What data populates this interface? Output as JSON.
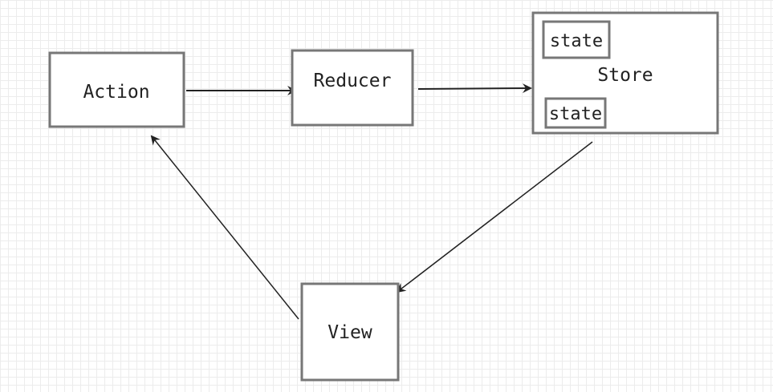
{
  "diagram": {
    "nodes": {
      "action": {
        "label": "Action"
      },
      "reducer": {
        "label": "Reducer"
      },
      "store": {
        "label": "Store",
        "states": [
          "state",
          "state"
        ]
      },
      "view": {
        "label": "View"
      }
    },
    "edges": [
      {
        "from": "action",
        "to": "reducer"
      },
      {
        "from": "reducer",
        "to": "store"
      },
      {
        "from": "store",
        "to": "view"
      },
      {
        "from": "view",
        "to": "action"
      }
    ],
    "colors": {
      "node_border": "#777777",
      "arrow": "#222222",
      "grid": "#ececec"
    }
  }
}
